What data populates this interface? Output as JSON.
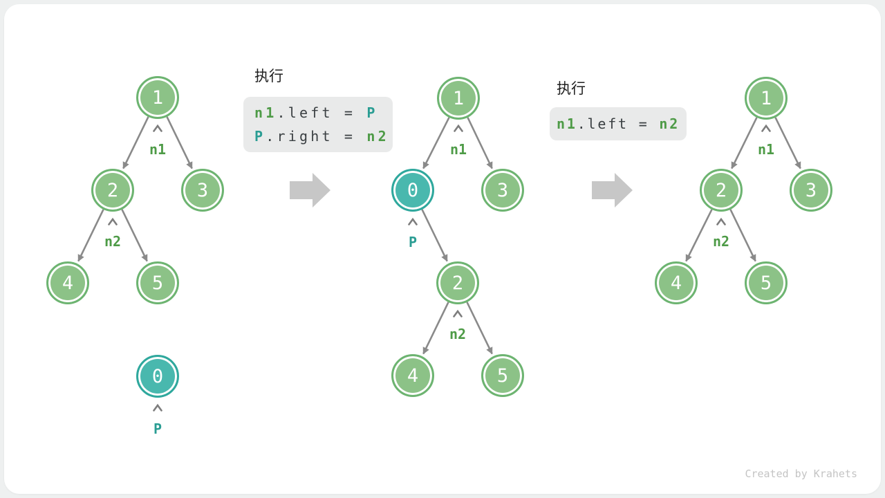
{
  "credit": "Created by Krahets",
  "colors": {
    "green_node_fill": "#8cc287",
    "green_node_border": "#6db471",
    "teal_node_fill": "#49b8ae",
    "teal_node_border": "#2fa89d",
    "node_text": "#ffffff",
    "pointer_label_green": "#4e9b47",
    "pointer_label_teal": "#2a9d93",
    "edge_gray": "#8a8a8a",
    "chevron_gray": "#7d7d7d",
    "code_box_bg": "#e9eaea",
    "code_text": "#3b4043",
    "block_arrow_gray": "#c7c7c7",
    "card_bg": "#ffffff",
    "page_bg": "#eef0f0",
    "credit_text": "#c4c4c4"
  },
  "steps": [
    {
      "exec_label": "执行",
      "code_lines": [
        {
          "tokens": [
            {
              "text": "n1",
              "role": "pointer-green"
            },
            {
              "text": ".left = ",
              "role": "plain"
            },
            {
              "text": "P",
              "role": "pointer-teal"
            }
          ]
        },
        {
          "tokens": [
            {
              "text": "P",
              "role": "pointer-teal"
            },
            {
              "text": ".right = ",
              "role": "plain"
            },
            {
              "text": "n2",
              "role": "pointer-green"
            }
          ]
        }
      ]
    },
    {
      "exec_label": "执行",
      "code_lines": [
        {
          "tokens": [
            {
              "text": "n1",
              "role": "pointer-green"
            },
            {
              "text": ".left = ",
              "role": "plain"
            },
            {
              "text": "n2",
              "role": "pointer-green"
            }
          ]
        }
      ]
    }
  ],
  "trees": [
    {
      "name": "tree-before-insertion",
      "nodes": [
        {
          "value": "1",
          "style": "green"
        },
        {
          "value": "2",
          "style": "green"
        },
        {
          "value": "3",
          "style": "green"
        },
        {
          "value": "4",
          "style": "green"
        },
        {
          "value": "5",
          "style": "green"
        },
        {
          "value": "0",
          "style": "teal"
        }
      ],
      "pointers": [
        {
          "label": "n1",
          "style": "green"
        },
        {
          "label": "n2",
          "style": "green"
        },
        {
          "label": "P",
          "style": "teal"
        }
      ]
    },
    {
      "name": "tree-after-insertion",
      "nodes": [
        {
          "value": "1",
          "style": "green"
        },
        {
          "value": "0",
          "style": "teal"
        },
        {
          "value": "3",
          "style": "green"
        },
        {
          "value": "2",
          "style": "green"
        },
        {
          "value": "4",
          "style": "green"
        },
        {
          "value": "5",
          "style": "green"
        }
      ],
      "pointers": [
        {
          "label": "n1",
          "style": "green"
        },
        {
          "label": "P",
          "style": "teal"
        },
        {
          "label": "n2",
          "style": "green"
        }
      ]
    },
    {
      "name": "tree-after-removal",
      "nodes": [
        {
          "value": "1",
          "style": "green"
        },
        {
          "value": "2",
          "style": "green"
        },
        {
          "value": "3",
          "style": "green"
        },
        {
          "value": "4",
          "style": "green"
        },
        {
          "value": "5",
          "style": "green"
        }
      ],
      "pointers": [
        {
          "label": "n1",
          "style": "green"
        },
        {
          "label": "n2",
          "style": "green"
        }
      ]
    }
  ]
}
